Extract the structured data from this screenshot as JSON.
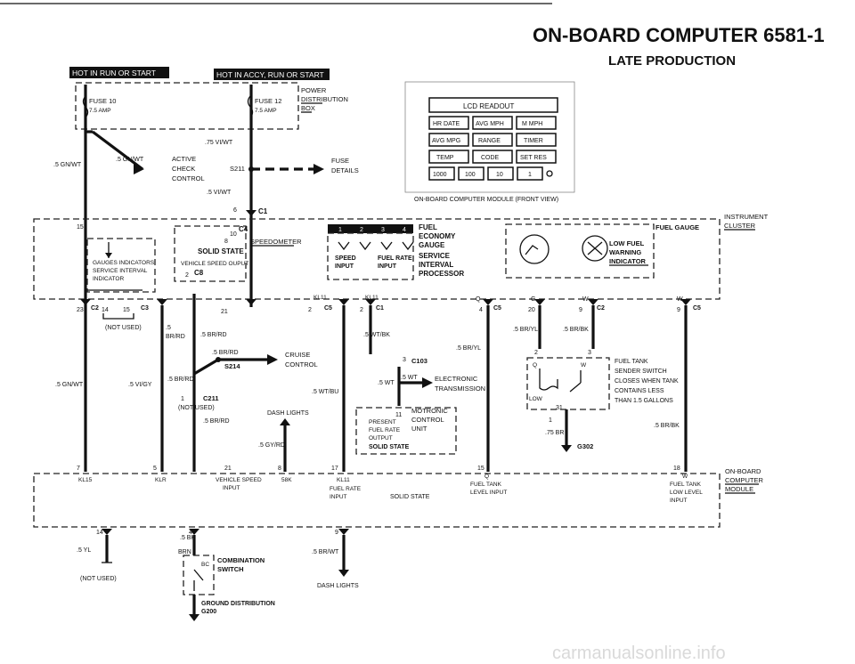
{
  "header": {
    "title": "ON-BOARD COMPUTER   6581-1",
    "subtitle": "LATE PRODUCTION"
  },
  "banners": {
    "run_start": "HOT IN RUN OR START",
    "accy_run_start": "HOT IN ACCY, RUN OR START"
  },
  "fuses": {
    "fuse10": "FUSE 10",
    "fuse10_amp": "7.5 AMP",
    "fuse12": "FUSE 12",
    "fuse12_amp": "7.5 AMP",
    "distribution_1": "POWER",
    "distribution_2": "DISTRIBUTION",
    "distribution_3": "BOX"
  },
  "module_front": {
    "readout": "LCD READOUT",
    "buttons": [
      "HR DATE",
      "AVG MPH",
      "M MPH",
      "AVG MPG",
      "RANGE",
      "TIMER",
      "TEMP",
      "CODE",
      "SET RES"
    ],
    "digits": [
      "1000",
      "100",
      "10",
      "1"
    ],
    "caption": "ON-BOARD COMPUTER MODULE (FRONT VIEW)"
  },
  "top_wires": {
    "w1": ".5 GN/WT",
    "w2": ".5 GN/WT",
    "w3": ".75 VI/WT",
    "w4": ".5 VI/WT",
    "check_1": "ACTIVE",
    "check_2": "CHECK",
    "check_3": "CONTROL",
    "s211": "S211",
    "fuse_details_1": "FUSE",
    "fuse_details_2": "DETAILS",
    "c1_pin": "6",
    "c1": "C1"
  },
  "cluster": {
    "label_1": "INSTRUMENT",
    "label_2": "CLUSTER",
    "gauges_1": "GAUGES INDICATORS",
    "gauges_2": "SERVICE INTERVAL",
    "gauges_3": "INDICATOR",
    "solid_state": "SOLID STATE",
    "speed_output": "VEHICLE SPEED OUPUT",
    "speedometer": "SPEEDOMETER",
    "c4": "C4",
    "c8": "C8",
    "pin10": "10",
    "pin8": "8",
    "pin2": "2",
    "fuel_economy_1": "FUEL",
    "fuel_economy_2": "ECONOMY",
    "fuel_economy_3": "GAUGE",
    "service_1": "SERVICE",
    "service_2": "INTERVAL",
    "service_3": "PROCESSOR",
    "speed_input_1": "SPEED",
    "speed_input_2": "INPUT",
    "fuel_rate_1": "FUEL RATE",
    "fuel_rate_2": "INPUT",
    "fuel_gauge": "FUEL GAUGE",
    "low_fuel_1": "LOW FUEL",
    "low_fuel_2": "WARNING",
    "low_fuel_3": "INDICATOR",
    "pins": [
      "1",
      "2",
      "3",
      "4"
    ],
    "pin15": "15",
    "kl11a": "KL11",
    "kl11b": "KL11"
  },
  "connectors": {
    "p23": "23",
    "c2a": "C2",
    "p14": "14",
    "p15": "15",
    "c3": "C3",
    "p21": "21",
    "p2a": "2",
    "c5a": "C5",
    "p2b": "2",
    "c1b": "C1",
    "p4": "4",
    "c5b": "C5",
    "p20": "20",
    "p9": "9",
    "c2b": "C2",
    "p9b": "9",
    "c5c": "C5",
    "q": "Q",
    "g": "G",
    "w": "W",
    "w2": "W"
  },
  "middle": {
    "not_used_1": "(NOT USED)",
    "bk_rd": ".5",
    "bk_rd2": "BR/RD",
    "br_rd": ".5 BR/RD",
    "cruise_wire": ".5 BR/RD",
    "s214": "S214",
    "cruise_1": "CRUISE",
    "cruise_2": "CONTROL",
    "gn_wt": ".5 GN/WT",
    "vi_gy": ".5 VI/GY",
    "br_rd3": ".5 BR/RD",
    "c211_pin": "1",
    "c211": "C211",
    "not_used_2": "(NOT USED)",
    "br_rd4": ".5 BR/RD",
    "dash_lights": "DASH LIGHTS",
    "gy_rd": ".5 GY/RD",
    "wt_bu": ".5 WT/BU",
    "wt_bk": ".5 WT/BK",
    "br_yl": ".5 BR/YL",
    "c103_pin": "3",
    "c103": "C103",
    "wt": ".5 WT",
    "wt2": ".5 WT",
    "elec_1": "ELECTRONIC",
    "elec_2": "TRANSMISSION",
    "motronic_pin": "11",
    "motronic_1": "MOTRONIC",
    "motronic_2": "CONTROL",
    "motronic_3": "UNIT",
    "present_1": "PRESENT",
    "present_2": "FUEL RATE",
    "present_3": "OUTPUT",
    "present_4": "SOLID STATE",
    "br_yl2": ".5 BR/YL",
    "br_bk": ".5 BR/BK",
    "tank_pin2": "2",
    "tank_pin3": "3",
    "tank_q": "Q",
    "tank_w": "W",
    "low": "LOW",
    "p31": "31",
    "p1": "1",
    "br_75": ".75 BR",
    "g302": "G302",
    "br_bk2": ".5 BR/BK",
    "tank_1": "FUEL TANK",
    "tank_2": "SENDER SWITCH",
    "tank_3": "CLOSES WHEN TANK",
    "tank_4": "CONTAINS LESS",
    "tank_5": "THAN 1.5 GALLONS"
  },
  "module_bottom": {
    "p7": "7",
    "p5": "5",
    "p21": "21",
    "p8": "8",
    "p17": "17",
    "p15": "15",
    "p18": "18",
    "kl15": "KL15",
    "klr": "KLR",
    "vsi_1": "VEHICLE SPEED",
    "vsi_2": "INPUT",
    "v8k": "58K",
    "kl11": "KL11",
    "fri_1": "FUEL RATE",
    "fri_2": "INPUT",
    "solid": "SOLID STATE",
    "ftl_q": "Q",
    "ftl_1": "FUEL TANK",
    "ftl_2": "LEVEL INPUT",
    "ftw_w": "W",
    "ftw_1": "FUEL TANK",
    "ftw_2": "LOW LEVEL",
    "ftw_3": "INPUT",
    "obc_1": "ON-BOARD",
    "obc_2": "COMPUTER",
    "obc_3": "MODULE"
  },
  "bottom": {
    "p14": "14",
    "p4": "4",
    "p9": "9",
    "yl": ".5 YL",
    "not_used": "(NOT USED)",
    "bk": ".5 BK",
    "brn": "BRN",
    "br_wt": ".5 BR/WT",
    "combo_1": "COMBINATION",
    "combo_2": "SWITCH",
    "bc": "BC",
    "dash_lights": "DASH LIGHTS",
    "ground_1": "GROUND DISTRIBUTION",
    "ground_2": "G200"
  },
  "watermark": "carmanualsonline.info",
  "colors": {
    "ink": "#111111",
    "banner_bg": "#111111",
    "banner_fg": "#ffffff",
    "paper": "#ffffff"
  }
}
